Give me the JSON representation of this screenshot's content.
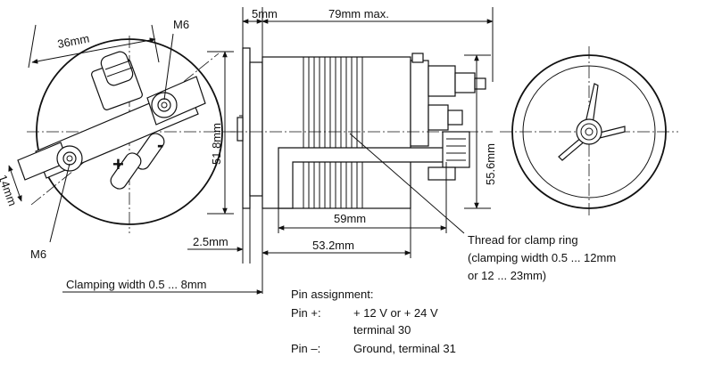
{
  "dimensions": {
    "d_36mm": "36mm",
    "m6_top": "M6",
    "m6_bottom": "M6",
    "d_14mm": "14mm",
    "d_51_8mm": "51.8mm",
    "d_5mm": "5mm",
    "d_79mm": "79mm max.",
    "d_59mm": "59mm",
    "d_53_2mm": "53.2mm",
    "d_2_5mm": "2.5mm",
    "d_55_6mm": "55.6mm"
  },
  "thread_note": {
    "line1": "Thread for clamp ring",
    "line2": "(clamping width 0.5 ... 12mm",
    "line3": "or 12 ... 23mm)"
  },
  "clamping_width": "Clamping width 0.5 ... 8mm",
  "pin_assignment": {
    "title": "Pin assignment:",
    "plus_label": "Pin +:",
    "plus_value": "+ 12 V or + 24 V",
    "plus_value2": "terminal 30",
    "minus_label": "Pin –:",
    "minus_value": "Ground, terminal 31"
  },
  "terminal_signs": {
    "plus": "+",
    "minus": "-"
  }
}
